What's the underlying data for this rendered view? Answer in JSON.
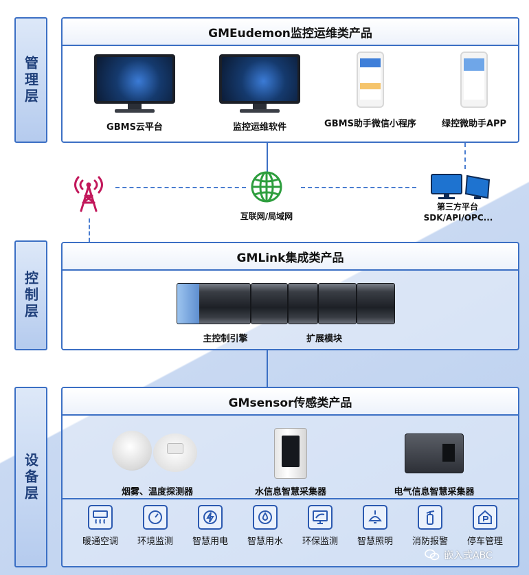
{
  "layers": {
    "management": "管理层",
    "control": "控制层",
    "device": "设备层"
  },
  "management_panel": {
    "title": "GMEudemon监控运维类产品",
    "items": [
      "GBMS云平台",
      "监控运维软件",
      "GBMS助手微信小程序",
      "绿控微助手APP"
    ]
  },
  "network": {
    "internet_label": "互联网/局域网",
    "third_party_label_1": "第三方平台",
    "third_party_label_2": "SDK/API/OPC..."
  },
  "control_panel": {
    "title": "GMLink集成类产品",
    "items": [
      "主控制引擎",
      "扩展模块"
    ]
  },
  "device_panel": {
    "title": "GMsensor传感类产品",
    "items": [
      "烟雾、温度探测器",
      "水信息智慧采集器",
      "电气信息智慧采集器"
    ],
    "subsystems": [
      "暖通空调",
      "环境监测",
      "智慧用电",
      "智慧用水",
      "环保监测",
      "智慧照明",
      "消防报警",
      "停车管理"
    ]
  },
  "watermark": "嵌入式ABC",
  "colors": {
    "frame_blue": "#3b6fc4",
    "antenna_magenta": "#c2185b",
    "globe_green": "#2e9e3e",
    "monitor_blue": "#1e73d0"
  }
}
